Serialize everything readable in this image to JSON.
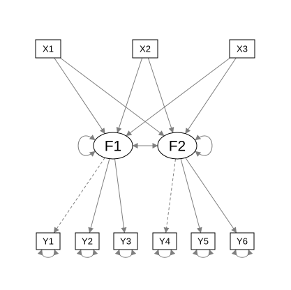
{
  "diagram": {
    "observed_inputs": [
      {
        "id": "X1",
        "label": "X1"
      },
      {
        "id": "X2",
        "label": "X2"
      },
      {
        "id": "X3",
        "label": "X3"
      }
    ],
    "latent_factors": [
      {
        "id": "F1",
        "label": "F1"
      },
      {
        "id": "F2",
        "label": "F2"
      }
    ],
    "observed_outputs": [
      {
        "id": "Y1",
        "label": "Y1"
      },
      {
        "id": "Y2",
        "label": "Y2"
      },
      {
        "id": "Y3",
        "label": "Y3"
      },
      {
        "id": "Y4",
        "label": "Y4"
      },
      {
        "id": "Y5",
        "label": "Y5"
      },
      {
        "id": "Y6",
        "label": "Y6"
      }
    ],
    "edges": [
      {
        "from": "X1",
        "to": "F1",
        "style": "solid"
      },
      {
        "from": "X1",
        "to": "F2",
        "style": "solid"
      },
      {
        "from": "X2",
        "to": "F1",
        "style": "solid"
      },
      {
        "from": "X2",
        "to": "F2",
        "style": "solid"
      },
      {
        "from": "X3",
        "to": "F1",
        "style": "solid"
      },
      {
        "from": "X3",
        "to": "F2",
        "style": "solid"
      },
      {
        "from": "F1",
        "to": "Y1",
        "style": "dashed"
      },
      {
        "from": "F1",
        "to": "Y2",
        "style": "solid"
      },
      {
        "from": "F1",
        "to": "Y3",
        "style": "solid"
      },
      {
        "from": "F2",
        "to": "Y4",
        "style": "dashed"
      },
      {
        "from": "F2",
        "to": "Y5",
        "style": "solid"
      },
      {
        "from": "F2",
        "to": "Y6",
        "style": "solid"
      }
    ],
    "covariances": [
      {
        "between": [
          "F1",
          "F2"
        ]
      }
    ],
    "self_loops": [
      "F1",
      "F2",
      "Y1",
      "Y2",
      "Y3",
      "Y4",
      "Y5",
      "Y6"
    ],
    "colors": {
      "edge": "#7f7f7f",
      "node_stroke": "#000000",
      "background": "#ffffff"
    }
  }
}
